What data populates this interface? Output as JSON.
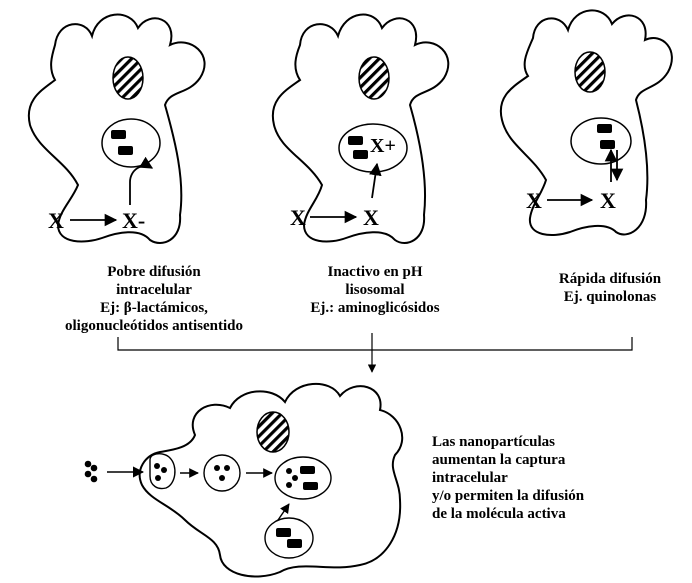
{
  "panels": [
    {
      "lines": [
        "Pobre difusión",
        "intracelular",
        "Ej: β-lactámicos,",
        "oligonucleótidos antisentido"
      ],
      "molecule_outside": "X",
      "molecule_inside": "X-"
    },
    {
      "lines": [
        "Inactivo en pH",
        "lisosomal",
        "Ej.: aminoglicósidos"
      ],
      "molecule_outside": "X",
      "molecule_inside": "X",
      "molecule_lysosome": "X+"
    },
    {
      "lines": [
        "Rápida difusión",
        "Ej. quinolonas"
      ],
      "molecule_outside": "X",
      "molecule_inside": "X"
    }
  ],
  "nanoparticle_text": [
    "Las nanopartículas",
    "aumentan la captura",
    "intracelular",
    "y/o permiten la difusión",
    "de la molécula activa"
  ]
}
